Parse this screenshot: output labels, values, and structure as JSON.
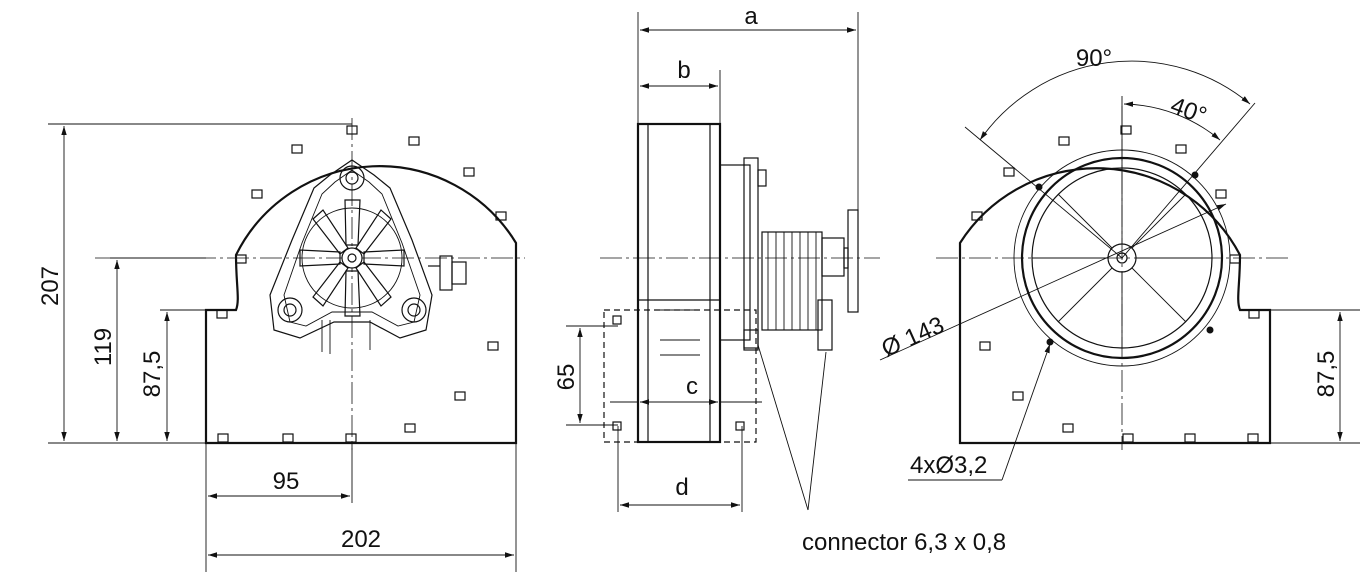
{
  "front_view": {
    "height_label": "207",
    "axis_height_label": "119",
    "outlet_height_label": "87,5",
    "axis_offset_label": "95",
    "width_label": "202"
  },
  "side_view": {
    "a_label": "a",
    "b_label": "b",
    "c_label": "c",
    "d_label": "d",
    "outlet_label": "65",
    "connector_label": "connector 6,3 x 0,8"
  },
  "back_view": {
    "angle_90_label": "90°",
    "angle_40_label": "40°",
    "diameter_label": "Ø 143",
    "holes_label": "4xØ3,2",
    "outlet_height_label": "87,5"
  }
}
